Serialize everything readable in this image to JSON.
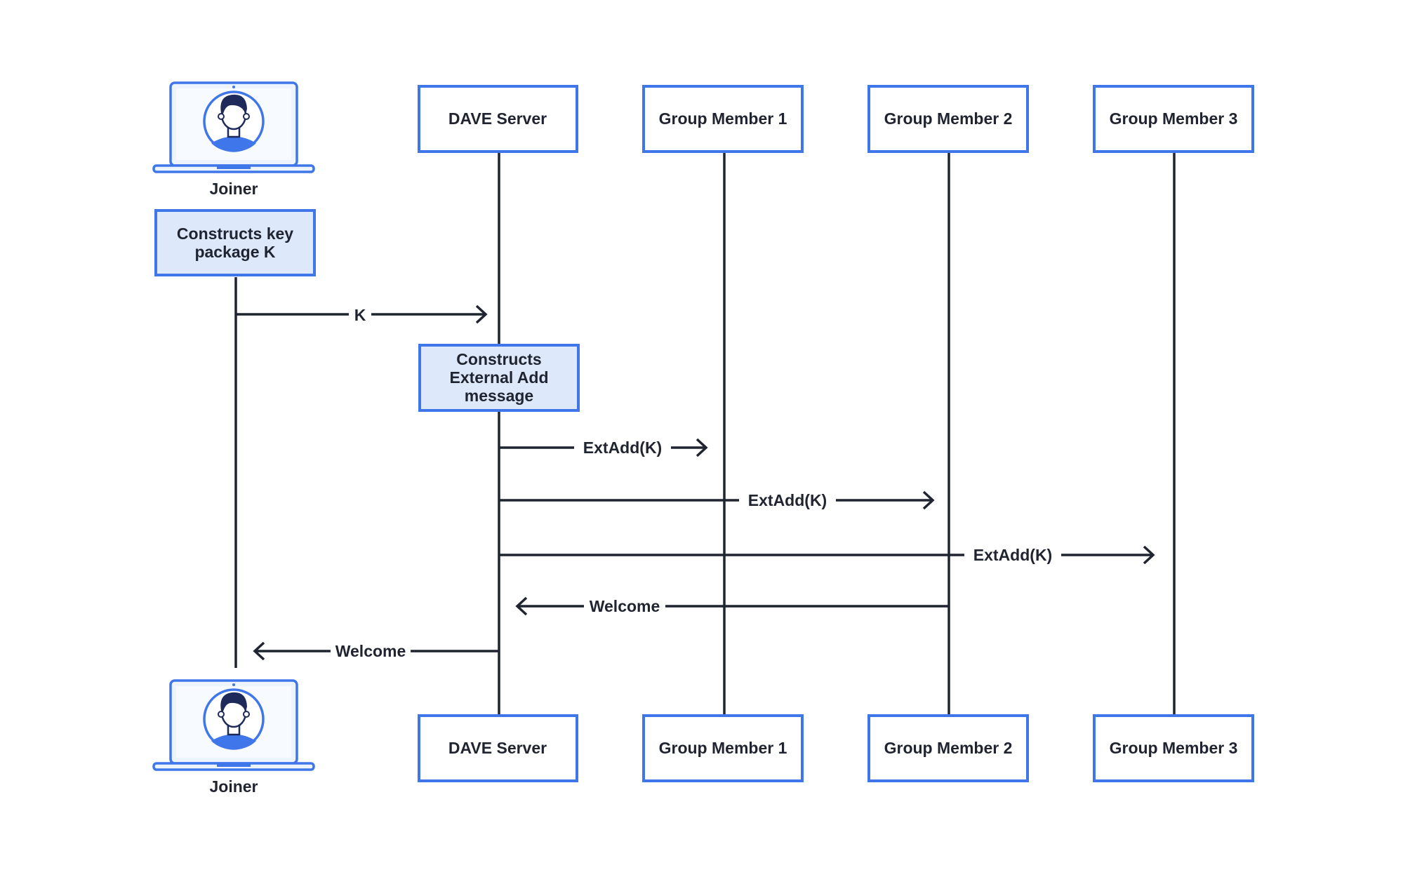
{
  "participants": {
    "joiner": "Joiner",
    "server": "DAVE Server",
    "member1": "Group Member 1",
    "member2": "Group Member 2",
    "member3": "Group Member 3"
  },
  "notes": {
    "key_package": [
      "Constructs key",
      "package K"
    ],
    "external_add": [
      "Constructs",
      "External Add",
      "message"
    ]
  },
  "messages": {
    "k": "K",
    "extadd_1": "ExtAdd(K)",
    "extadd_2": "ExtAdd(K)",
    "extadd_3": "ExtAdd(K)",
    "welcome_from_member2": "Welcome",
    "welcome_to_joiner": "Welcome"
  },
  "colors": {
    "box_border": "#3f76ea",
    "note_fill": "#dde9fb",
    "line": "#1f2430",
    "avatar_hair": "#1e2a5a",
    "avatar_body": "#3f76ea",
    "skin": "#ffffff"
  }
}
